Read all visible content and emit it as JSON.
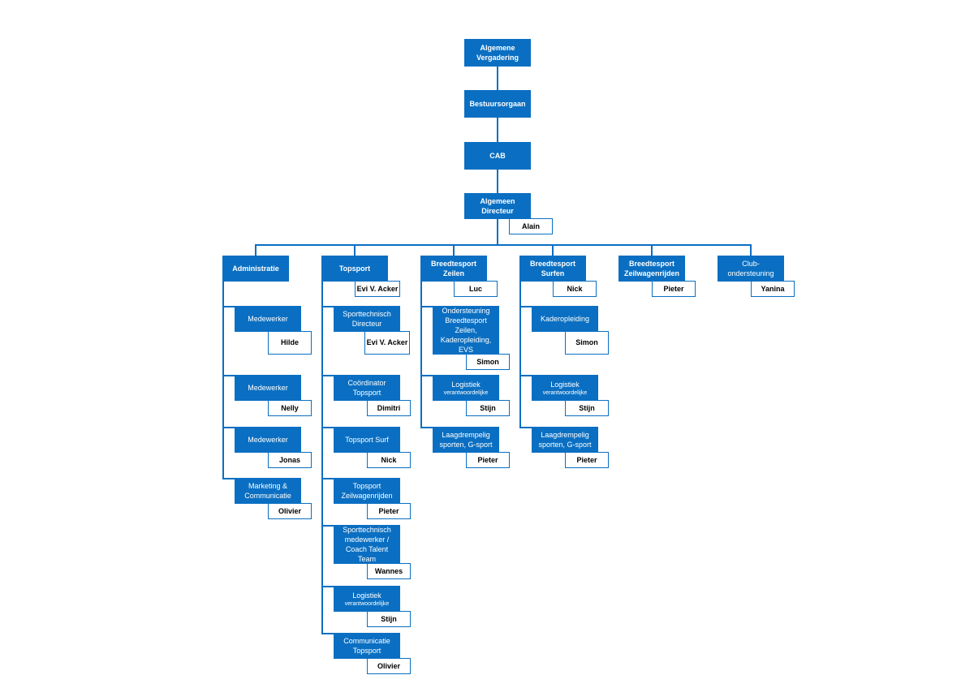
{
  "colors": {
    "accent": "#0a6fc2",
    "person_border": "#0a6fc2",
    "background": "#ffffff"
  },
  "top": {
    "algemene_vergadering": "Algemene\nVergadering",
    "bestuursorgaan": "Bestuursorgaan",
    "cab": "CAB",
    "algemeen_directeur": "Algemeen\nDirecteur",
    "directeur_name": "Alain"
  },
  "departments": {
    "administratie": {
      "title": "Administratie"
    },
    "topsport": {
      "title": "Topsport",
      "head": "Evi V. Acker"
    },
    "zeilen": {
      "title": "Breedtesport\nZeilen",
      "head": "Luc"
    },
    "surfen": {
      "title": "Breedtesport\nSurfen",
      "head": "Nick"
    },
    "zeilwagen": {
      "title": "Breedtesport\nZeilwagenrijden",
      "head": "Pieter"
    },
    "club": {
      "title": "Club-ondersteuning",
      "head": "Yanina"
    }
  },
  "administratie_items": [
    {
      "role": "Medewerker",
      "name": "Hilde"
    },
    {
      "role": "Medewerker",
      "name": "Nelly"
    },
    {
      "role": "Medewerker",
      "name": "Jonas"
    },
    {
      "role": "Marketing &\nCommunicatie",
      "name": "Olivier"
    }
  ],
  "topsport_items": [
    {
      "role": "Sporttechnisch\nDirecteur",
      "name": "Evi V. Acker"
    },
    {
      "role": "Coördinator\nTopsport",
      "name": "Dimitri"
    },
    {
      "role": "Topsport Surf",
      "name": "Nick"
    },
    {
      "role": "Topsport\nZeilwagenrijden",
      "name": "Pieter"
    },
    {
      "role": "Sporttechnisch\nmedewerker /\nCoach Talent Team",
      "name": "Wannes"
    },
    {
      "role_main": "Logistiek",
      "role_small": "verantwoordelijke",
      "name": "Stijn"
    },
    {
      "role": "Communicatie\nTopsport",
      "name": "Olivier"
    }
  ],
  "zeilen_items": [
    {
      "role": "Ondersteuning\nBreedtesport Zeilen,\nKaderopleiding, EVS",
      "name": "Simon"
    },
    {
      "role_main": "Logistiek",
      "role_small": "verantwoordelijke",
      "name": "Stijn"
    },
    {
      "role": "Laagdrempelig\nsporten, G-sport",
      "name": "Pieter"
    }
  ],
  "surfen_items": [
    {
      "role": "Kaderopleiding",
      "name": "Simon"
    },
    {
      "role_main": "Logistiek",
      "role_small": "verantwoordelijke",
      "name": "Stijn"
    },
    {
      "role": "Laagdrempelig\nsporten, G-sport",
      "name": "Pieter"
    }
  ]
}
